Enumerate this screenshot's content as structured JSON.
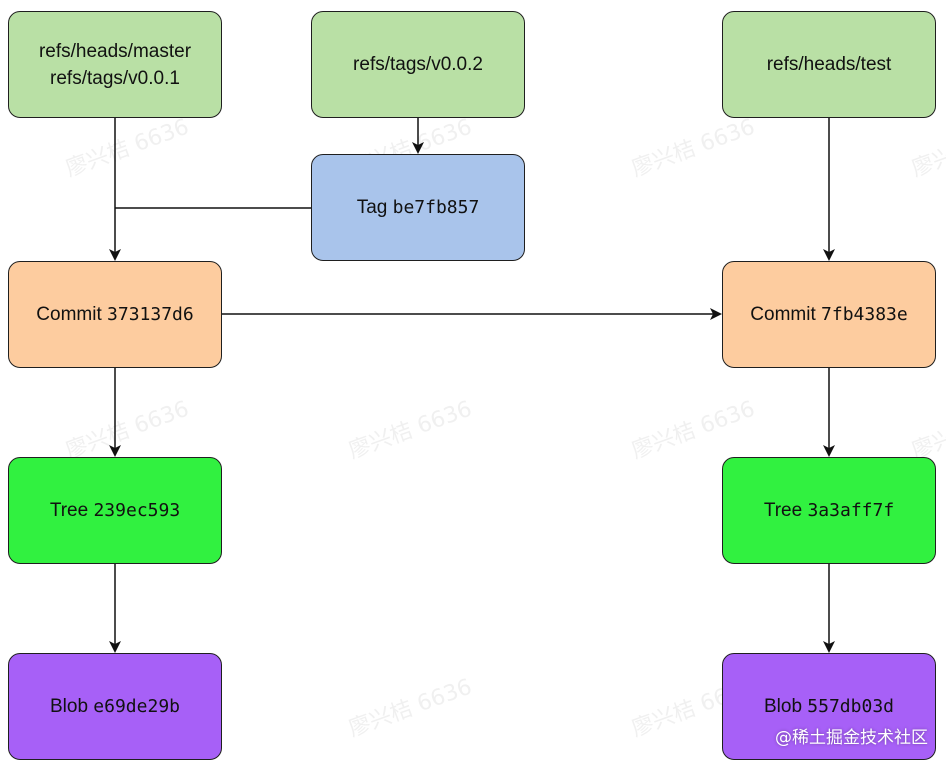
{
  "colors": {
    "ref": "#b9e0a5",
    "tag": "#a9c4eb",
    "commit": "#fdcc9f",
    "tree": "#31f140",
    "blob": "#a760f7",
    "stroke": "#1f1f1f"
  },
  "nodes": {
    "ref_master": {
      "line1": "refs/heads/master",
      "line2": "refs/tags/v0.0.1"
    },
    "ref_v002": {
      "line1": "refs/tags/v0.0.2"
    },
    "ref_test": {
      "line1": "refs/heads/test"
    },
    "tag": {
      "kind": "Tag",
      "hash": "be7fb857"
    },
    "commit_left": {
      "kind": "Commit",
      "hash": "373137d6"
    },
    "commit_right": {
      "kind": "Commit",
      "hash": "7fb4383e"
    },
    "tree_left": {
      "kind": "Tree",
      "hash": "239ec593"
    },
    "tree_right": {
      "kind": "Tree",
      "hash": "3a3aff7f"
    },
    "blob_left": {
      "kind": "Blob",
      "hash": "e69de29b"
    },
    "blob_right": {
      "kind": "Blob",
      "hash": "557db03d"
    }
  },
  "watermark": "廖兴桔 6636",
  "credit": "@稀土掘金技术社区"
}
